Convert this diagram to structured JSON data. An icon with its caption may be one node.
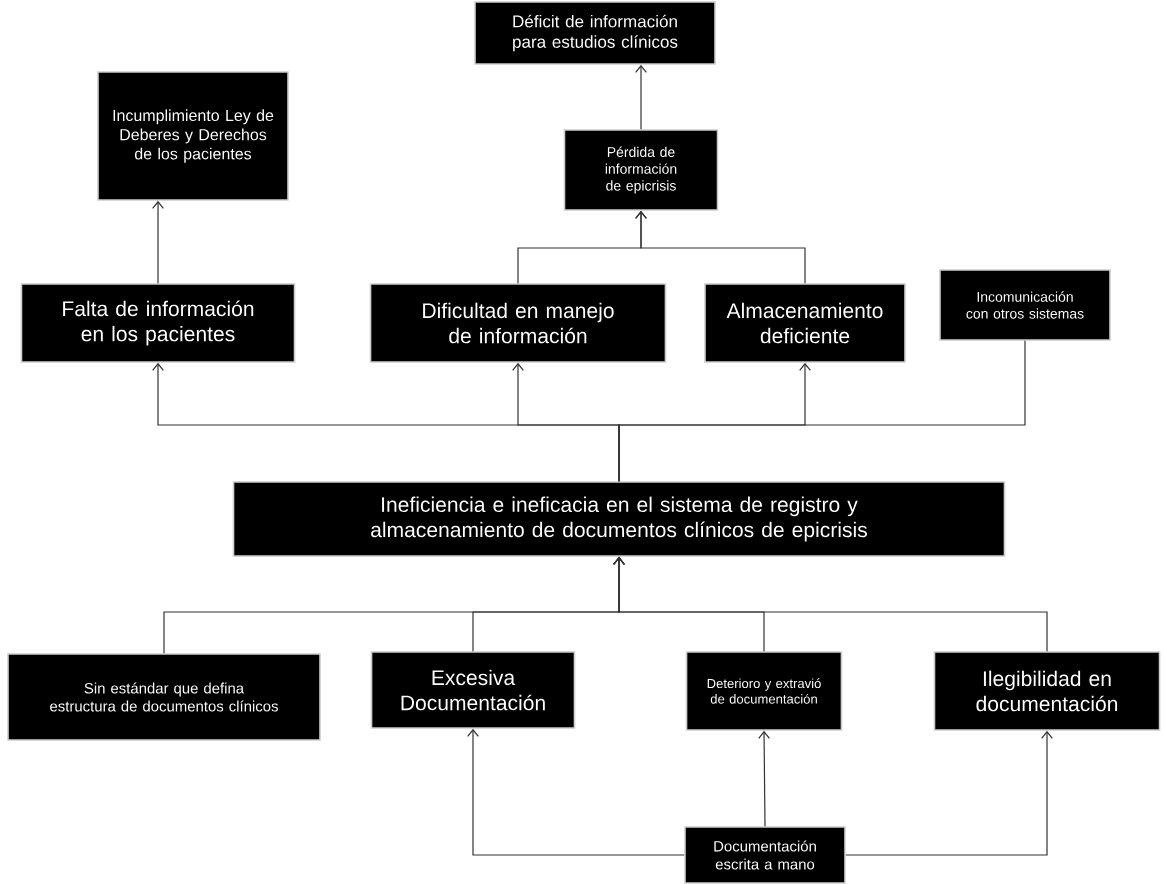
{
  "diagram": {
    "nodes": [
      {
        "text": [
          "Déficit de información para estudios clínicos"
        ]
      },
      {
        "text": [
          "Incumplimiento Ley de Deberes y Derechos de los pacientes"
        ]
      },
      {
        "text": [
          "Pérdida de información de epicrisis"
        ]
      },
      {
        "text": [
          "Falta de información en los pacientes"
        ]
      },
      {
        "text": [
          "Dificultad en manejo de información"
        ]
      },
      {
        "text": [
          "Almacenamiento deficiente"
        ]
      },
      {
        "text": [
          "Incomunicación con otros sistemas"
        ]
      },
      {
        "text": [
          "Ineficiencia e ineficacia en el sistema de registro y almacenamiento de documentos clínicos de epicrisis"
        ]
      },
      {
        "text": [
          "Sin estándar que defina estructura de documentos clínicos"
        ]
      },
      {
        "text": [
          "Excesiva Documentación"
        ]
      },
      {
        "text": [
          "Deterioro y extravió de documentación"
        ]
      },
      {
        "text": [
          "Ilegibilidad en documentación"
        ]
      },
      {
        "text": [
          "Documentación escrita a mano"
        ]
      }
    ],
    "edges": [
      {
        "from": 2,
        "to": 0,
        "arrow": "to"
      },
      {
        "from": 4,
        "to": 2,
        "arrow": "to"
      },
      {
        "from": 5,
        "to": 2,
        "arrow": "to"
      },
      {
        "from": 3,
        "to": 1,
        "arrow": "to"
      },
      {
        "from": 7,
        "to": 3,
        "arrow": "to"
      },
      {
        "from": 7,
        "to": 4,
        "arrow": "to"
      },
      {
        "from": 7,
        "to": 5,
        "arrow": "to"
      },
      {
        "from": 7,
        "to": 6,
        "arrow": "none"
      },
      {
        "from": 8,
        "to": 7,
        "arrow": "to"
      },
      {
        "from": 9,
        "to": 7,
        "arrow": "to"
      },
      {
        "from": 10,
        "to": 7,
        "arrow": "to"
      },
      {
        "from": 11,
        "to": 7,
        "arrow": "to"
      },
      {
        "from": 12,
        "to": 9,
        "arrow": "to"
      },
      {
        "from": 12,
        "to": 10,
        "arrow": "to"
      },
      {
        "from": 12,
        "to": 11,
        "arrow": "to"
      }
    ]
  }
}
